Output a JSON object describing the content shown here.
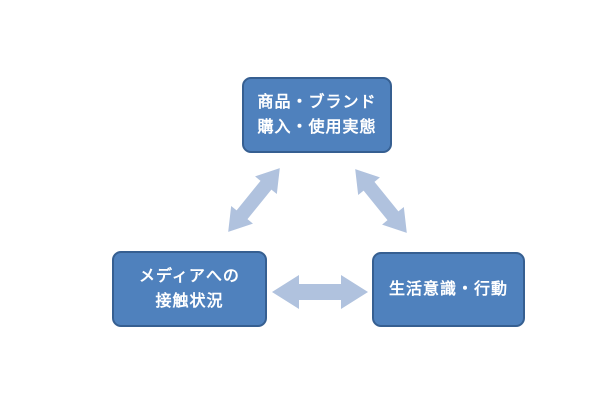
{
  "diagram": {
    "nodes": {
      "product": {
        "line1": "商品・ブランド",
        "line2": "購入・使用実態"
      },
      "media": {
        "line1": "メディアへの",
        "line2": "接触状況"
      },
      "lifestyle": {
        "line1": "生活意識・行動"
      }
    },
    "arrows": {
      "product_media": "bidirectional",
      "product_lifestyle": "bidirectional",
      "media_lifestyle": "bidirectional"
    },
    "colors": {
      "box_fill": "#4f81bd",
      "box_border": "#365f91",
      "arrow_fill": "#b0c2de",
      "text": "#ffffff",
      "background": "#ffffff"
    }
  }
}
